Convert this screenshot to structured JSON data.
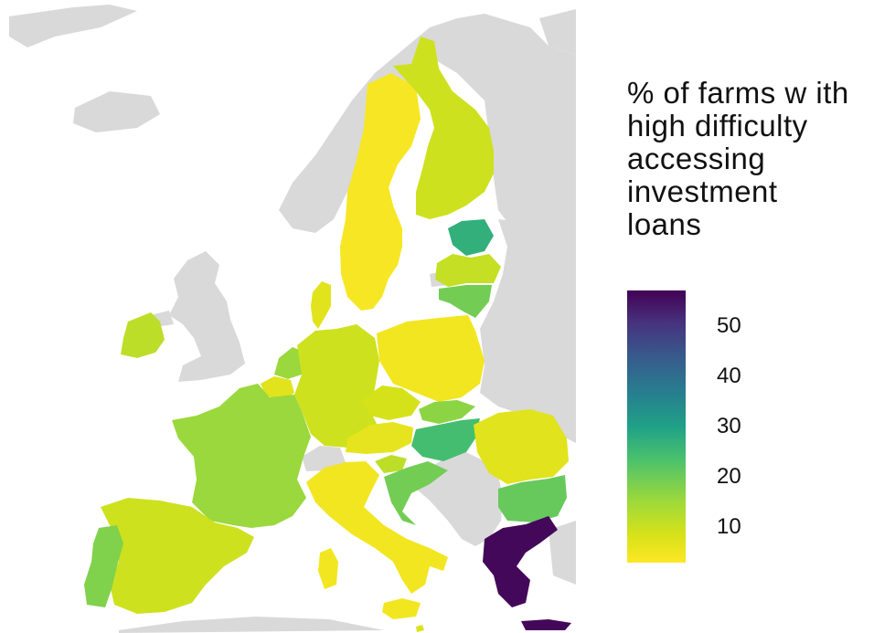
{
  "legend": {
    "title": "% of farms w ith\nhigh difficulty\naccessing\ninvestment\nloans",
    "ticks": [
      {
        "label": "50",
        "value": 50
      },
      {
        "label": "40",
        "value": 40
      },
      {
        "label": "30",
        "value": 30
      },
      {
        "label": "20",
        "value": 20
      },
      {
        "label": "10",
        "value": 10
      }
    ],
    "range": [
      3,
      57
    ]
  },
  "colors": {
    "background_land": "#d9d9d9",
    "sea": "#ffffff",
    "scale": [
      "#440154",
      "#46337e",
      "#365c8d",
      "#277f8e",
      "#1fa187",
      "#4ac16d",
      "#a0da39",
      "#d7e219",
      "#fde725"
    ]
  },
  "countries": {
    "sweden": {
      "value": 4
    },
    "finland": {
      "value": 11
    },
    "estonia": {
      "value": 27
    },
    "latvia": {
      "value": 12
    },
    "lithuania": {
      "value": 20
    },
    "denmark": {
      "value": 8
    },
    "ireland": {
      "value": 13
    },
    "netherlands": {
      "value": 17
    },
    "belgium": {
      "value": 8
    },
    "luxembourg": {
      "value": 10
    },
    "germany": {
      "value": 11
    },
    "poland": {
      "value": 5
    },
    "czechia": {
      "value": 10
    },
    "slovakia": {
      "value": 18
    },
    "austria": {
      "value": 7
    },
    "hungary": {
      "value": 24
    },
    "france": {
      "value": 17
    },
    "spain": {
      "value": 11
    },
    "portugal": {
      "value": 19
    },
    "italy": {
      "value": 5
    },
    "slovenia": {
      "value": 13
    },
    "croatia": {
      "value": 20
    },
    "romania": {
      "value": 8
    },
    "bulgaria": {
      "value": 21
    },
    "greece": {
      "value": 56
    },
    "malta": {
      "value": 9
    }
  }
}
